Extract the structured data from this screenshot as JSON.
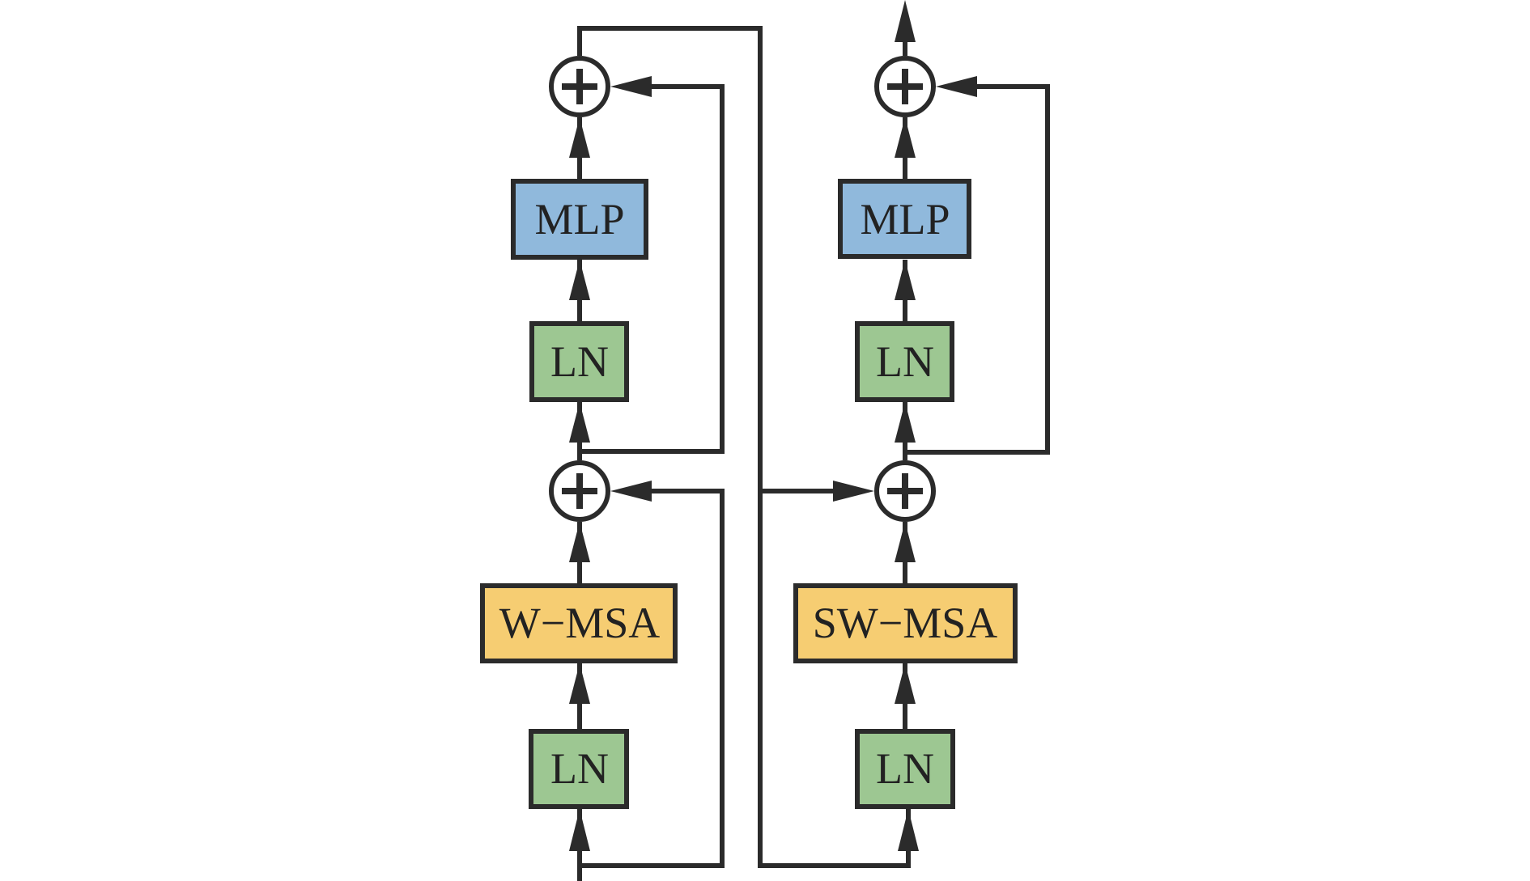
{
  "diagram": {
    "title": "Two successive Swin Transformer blocks",
    "colors": {
      "stroke": "#2b2b2b",
      "mlp": "#90b9dc",
      "ln": "#9dc792",
      "msa": "#f6cd72",
      "text": "#222222"
    },
    "blocks": {
      "left": {
        "mlp": "MLP",
        "ln_top": "LN",
        "attention": "W−MSA",
        "ln_bottom": "LN"
      },
      "right": {
        "mlp": "MLP",
        "ln_top": "LN",
        "attention": "SW−MSA",
        "ln_bottom": "LN"
      }
    },
    "operators": {
      "add_symbol": "+"
    }
  }
}
